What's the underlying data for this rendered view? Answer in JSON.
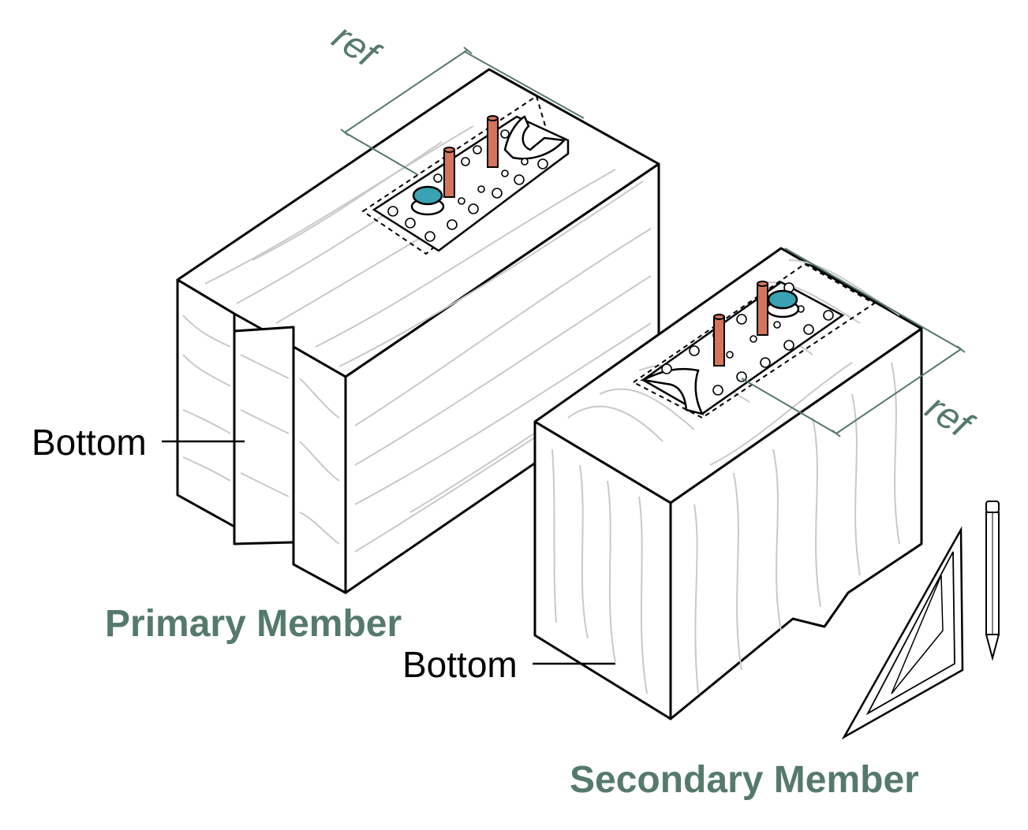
{
  "labels": {
    "primary_bottom": "Bottom",
    "secondary_bottom": "Bottom",
    "primary_member": "Primary Member",
    "secondary_member": "Secondary Member",
    "ref_primary": "ref",
    "ref_secondary": "ref"
  },
  "colors": {
    "accent_green": "#557a6b",
    "dowel_copper": "#d4755b",
    "screw_teal": "#3aa3b3",
    "outline": "#000000",
    "wood_grain": "#c9c9c9"
  }
}
